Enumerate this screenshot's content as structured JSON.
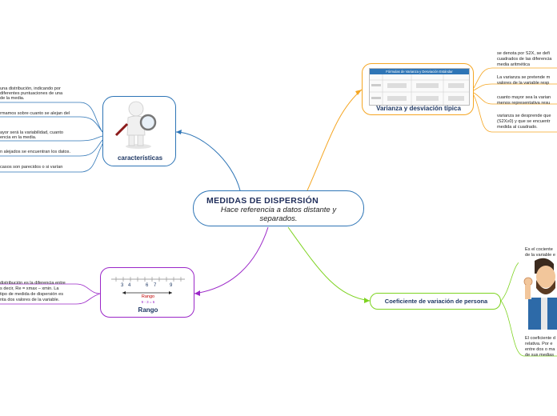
{
  "center": {
    "title": "MEDIDAS DE DISPERSIÓN",
    "subtitle_line1": "Hace referencia a datos distante y",
    "subtitle_line2": "separados."
  },
  "caracteristicas": {
    "label": "características",
    "leaves": [
      "una distribución, indicando por",
      "diferentes puntuaciones de una",
      "de la media.",
      "rmamos sobre cuanto se alejan del",
      "ayor será la variabilidad, cuanto",
      "encia en la media.",
      "n alejados se encuentran los datos.",
      "casos son parecidos o si varían"
    ]
  },
  "varianza": {
    "label": "Varianza y desviación típica",
    "image_title": "Fórmulas de Varianza y Desviación Estándar",
    "leaves": [
      "se denota por S2X, se defi",
      "cuadrados de las diferencia",
      "media aritmética",
      "La varianza se pretende m",
      "valores de la variable resp",
      "cuanto mayor sea la varian",
      "menos representativa resu",
      "varianza se desprende que",
      "(S2X≥0) y que se encuentr",
      "medida al cuadrado."
    ]
  },
  "rango": {
    "label": "Rango",
    "image_numbers": [
      "3",
      "4",
      "6",
      "7",
      "9"
    ],
    "image_caption": "Rango",
    "image_formula": "9 - 3 = 6",
    "leaves": [
      "distribución es la diferencia entre",
      "s decir, Re = xmax – xmin. La",
      "tipo de medida de dispersión es",
      "nta dos valores de la variable."
    ]
  },
  "coeficiente": {
    "label": "Coeficiente de variación de persona",
    "leaves": [
      "Es el cociente",
      "de la variable e",
      "El coeficiente d",
      "relativa. Por e",
      "entre dos o ma",
      "de sus medias"
    ]
  },
  "colors": {
    "blue": "#2e75b6",
    "orange": "#f5a623",
    "green": "#7ed321",
    "purple": "#9b27c8"
  }
}
